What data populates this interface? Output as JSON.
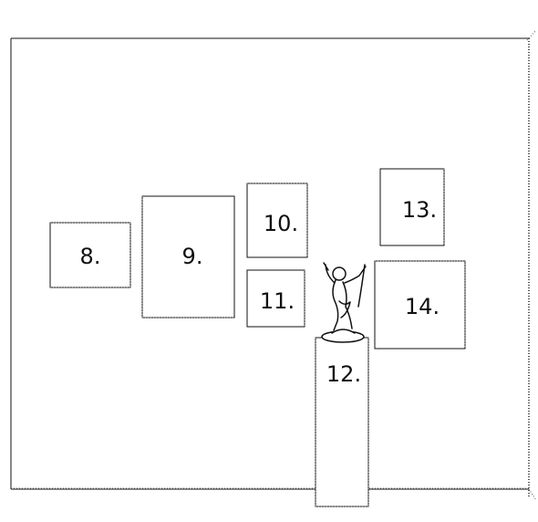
{
  "frames": [
    {
      "id": "8",
      "label": "8."
    },
    {
      "id": "9",
      "label": "9."
    },
    {
      "id": "10",
      "label": "10."
    },
    {
      "id": "11",
      "label": "11."
    },
    {
      "id": "12",
      "label": "12."
    },
    {
      "id": "13",
      "label": "13."
    },
    {
      "id": "14",
      "label": "14."
    }
  ],
  "sculpture": {
    "icon": "statue-icon"
  },
  "colors": {
    "line": "#111111",
    "dotted_edge": "#555555",
    "background": "#ffffff"
  }
}
